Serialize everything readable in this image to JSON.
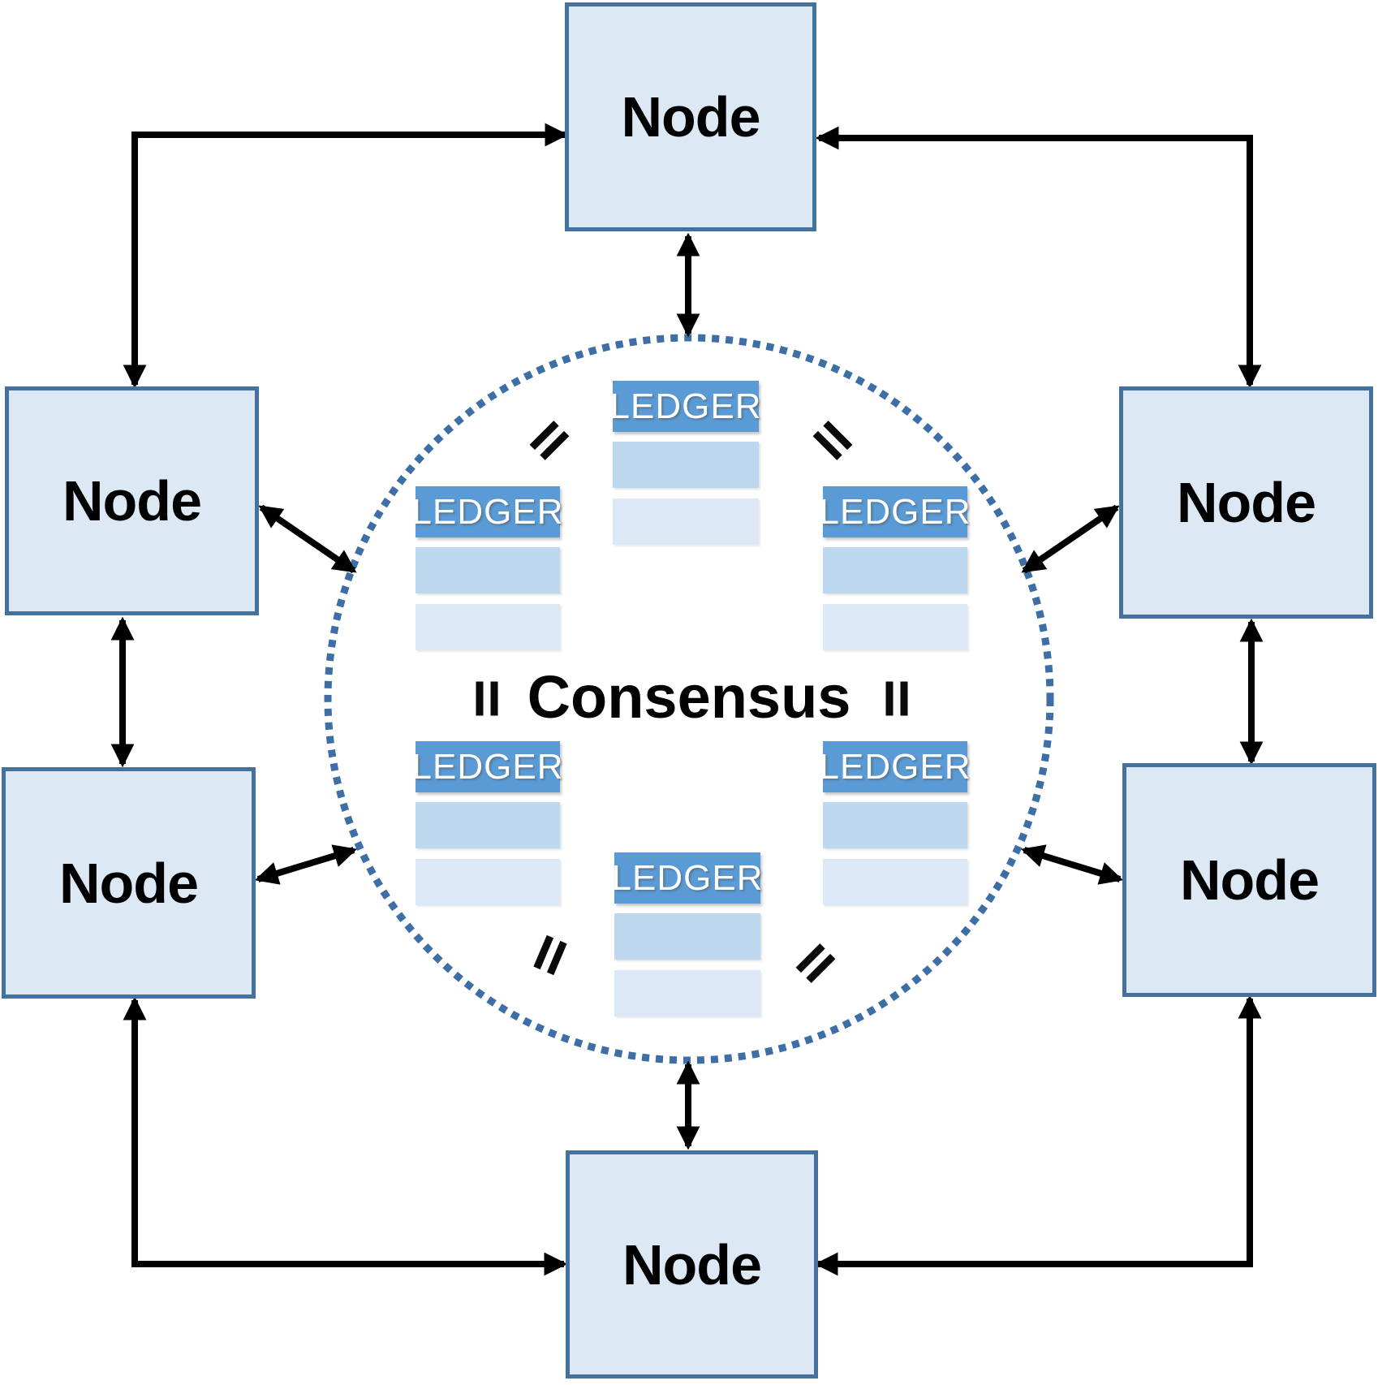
{
  "diagram": {
    "center_label": "Consensus",
    "node_label": "Node",
    "ledger_label": "LEDGER",
    "node_count": 6,
    "ledger_count": 6,
    "equals_mark_count": 6
  },
  "colors": {
    "background": "#ffffff",
    "node_fill": "#dde8f5",
    "node_border": "#44719e",
    "ledger_header_fill": "#5b9bd5",
    "ledger_header_text": "#ffffff",
    "ledger_row_medium": "#bdd7ee",
    "ledger_row_light": "#dce8f6",
    "consensus_circle_dots": "#3d6ea5",
    "arrows": "#000000",
    "labels_text": "#000000"
  }
}
